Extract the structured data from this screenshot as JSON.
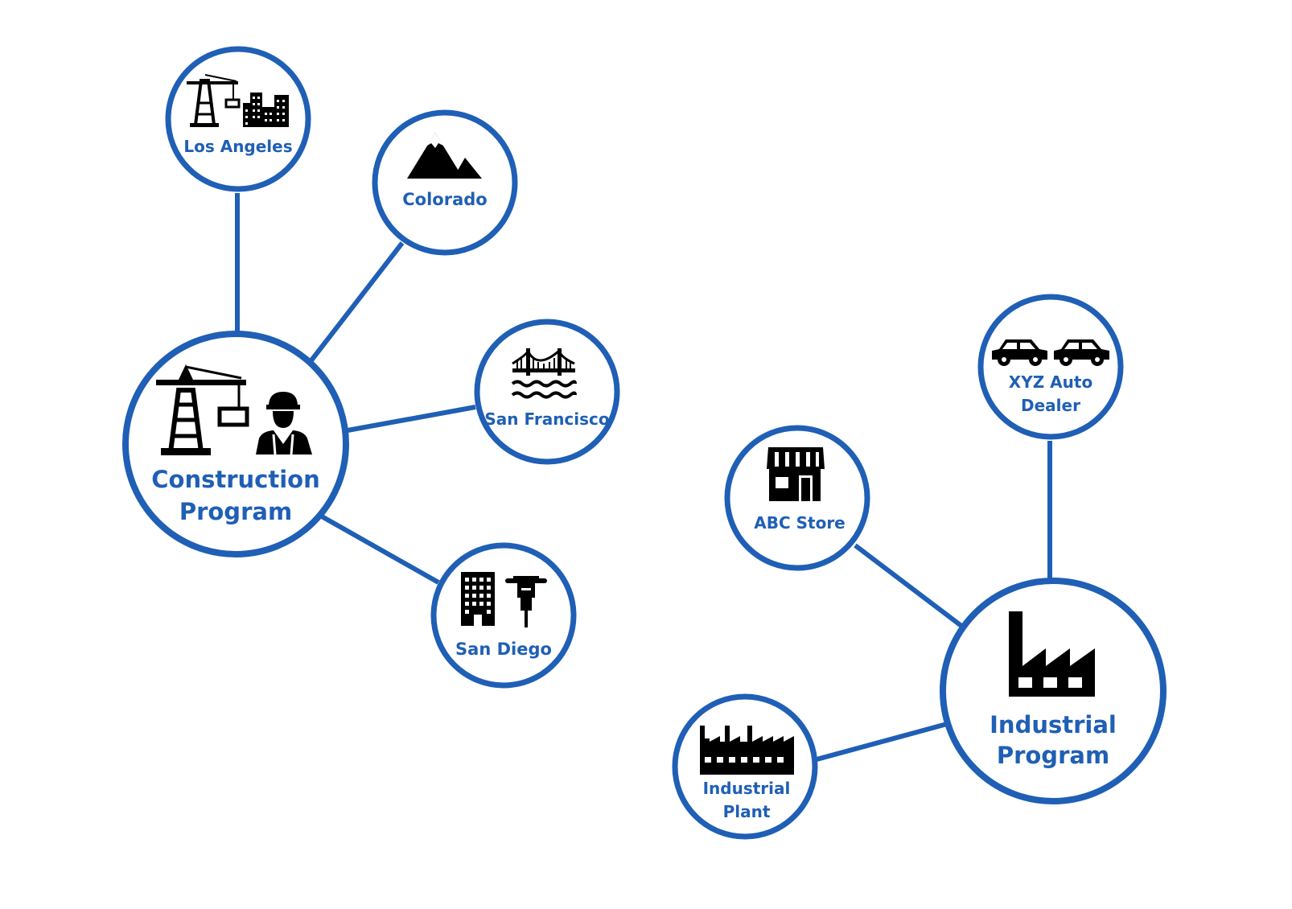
{
  "colors": {
    "accent": "#1F5FB5",
    "icon": "#000000",
    "background": "#ffffff"
  },
  "hubs": {
    "construction": {
      "line1": "Construction",
      "line2": "Program",
      "icon": "crane-and-worker-icon"
    },
    "industrial": {
      "line1": "Industrial",
      "line2": "Program",
      "icon": "factory-icon"
    }
  },
  "nodes": {
    "los_angeles": {
      "label": "Los Angeles",
      "icon": "crane-city-icon"
    },
    "colorado": {
      "label": "Colorado",
      "icon": "mountain-icon"
    },
    "san_francisco": {
      "label": "San Francisco",
      "icon": "bridge-icon"
    },
    "san_diego": {
      "label": "San Diego",
      "icon": "building-jackhammer-icon"
    },
    "xyz_auto": {
      "line1": "XYZ Auto",
      "line2": "Dealer",
      "icon": "cars-icon"
    },
    "abc_store": {
      "label": "ABC Store",
      "icon": "store-icon"
    },
    "industrial_plant": {
      "line1": "Industrial",
      "line2": "Plant",
      "icon": "factory-plant-icon"
    }
  }
}
